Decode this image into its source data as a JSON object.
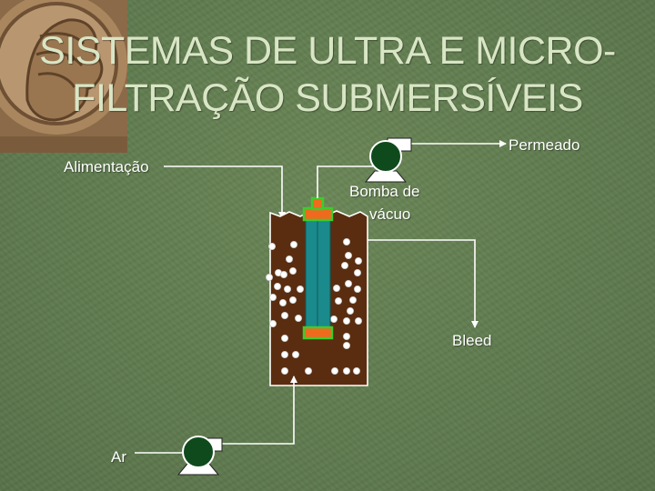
{
  "slide": {
    "title_line1": "SISTEMAS DE ULTRA E MICRO-",
    "title_line2": "FILTRAÇÃO SUBMERSÍVEIS"
  },
  "diagram": {
    "labels": {
      "feed": "Alimentação",
      "permeate": "Permeado",
      "vacuum_pump_line1": "Bomba de",
      "vacuum_pump_line2": "vácuo",
      "bleed": "Bleed",
      "air": "Ar"
    },
    "colors": {
      "tank": "#5a2d10",
      "membrane": "#1a8a8c",
      "membrane_cap": "#f06a1e",
      "cap_border": "#3ccc2c",
      "pump": "#0f4a1c",
      "line": "#ffffff"
    },
    "icons": [
      "coin-portrait-icon",
      "vacuum-pump-icon",
      "air-pump-icon",
      "membrane-module-icon"
    ]
  }
}
